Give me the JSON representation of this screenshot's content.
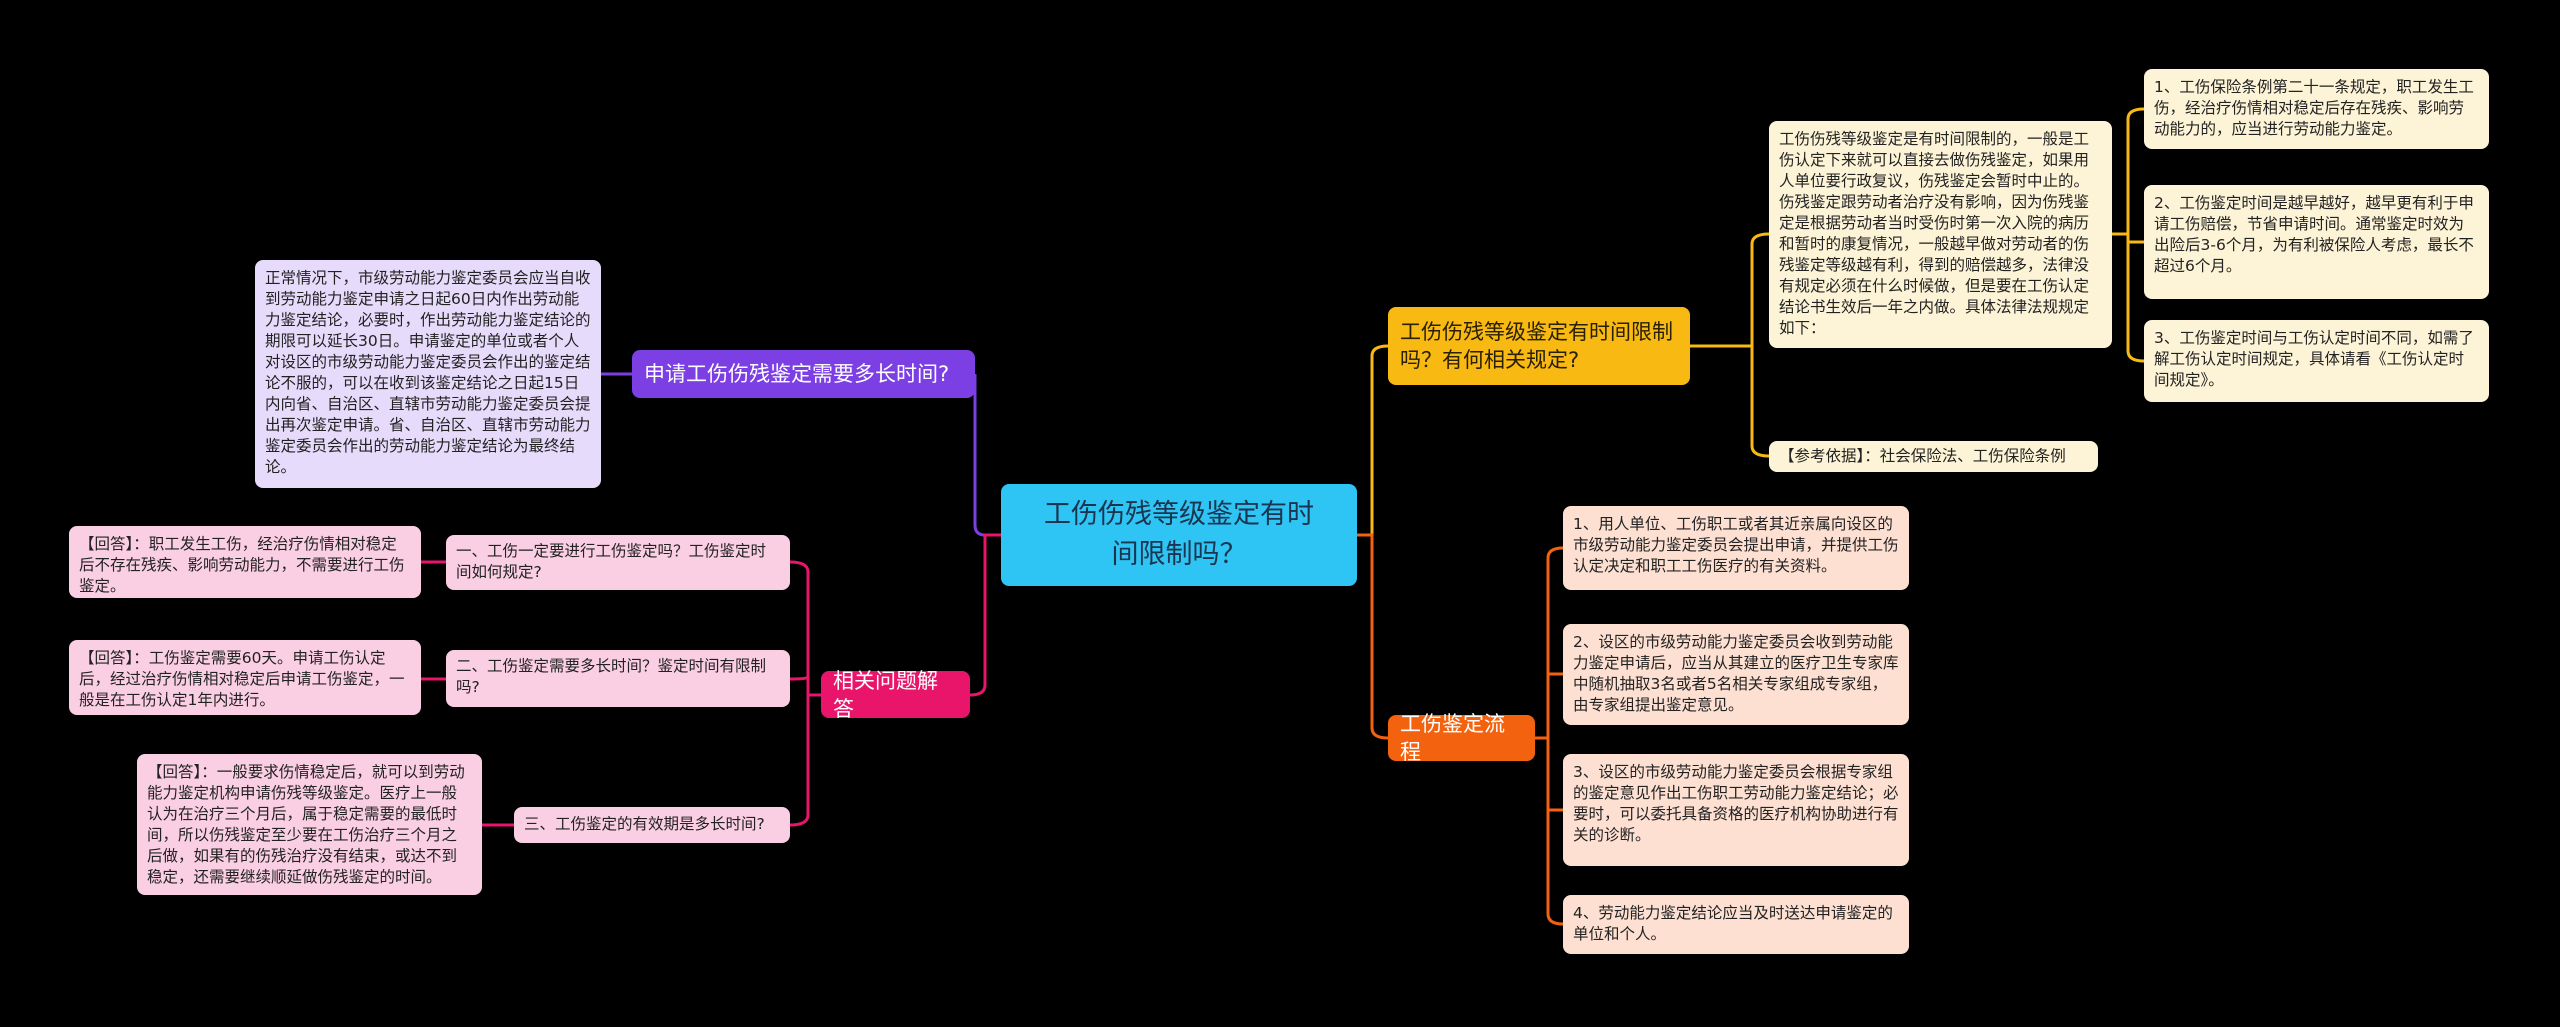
{
  "center": {
    "title": "工伤伤残等级鉴定有时间限制吗？"
  },
  "left": [
    {
      "label": "申请工伤伤残鉴定需要多长时间?",
      "details": [
        "正常情况下，市级劳动能力鉴定委员会应当自收到劳动能力鉴定申请之日起60日内作出劳动能力鉴定结论，必要时，作出劳动能力鉴定结论的期限可以延长30日。申请鉴定的单位或者个人对设区的市级劳动能力鉴定委员会作出的鉴定结论不服的，可以在收到该鉴定结论之日起15日内向省、自治区、直辖市劳动能力鉴定委员会提出再次鉴定申请。省、自治区、直辖市劳动能力鉴定委员会作出的劳动能力鉴定结论为最终结论。"
      ]
    },
    {
      "label": "相关问题解答",
      "questions": [
        {
          "q": "一、工伤一定要进行工伤鉴定吗？工伤鉴定时间如何规定?",
          "a": "【回答】：职工发生工伤，经治疗伤情相对稳定后不存在残疾、影响劳动能力，不需要进行工伤鉴定。"
        },
        {
          "q": "二、工伤鉴定需要多长时间？鉴定时间有限制吗?",
          "a": "【回答】：工伤鉴定需要60天。申请工伤认定后，经过治疗伤情相对稳定后申请工伤鉴定，一般是在工伤认定1年内进行。"
        },
        {
          "q": "三、工伤鉴定的有效期是多长时间?",
          "a": "【回答】：一般要求伤情稳定后，就可以到劳动能力鉴定机构申请伤残等级鉴定。医疗上一般认为在治疗三个月后，属于稳定需要的最低时间，所以伤残鉴定至少要在工伤治疗三个月之后做，如果有的伤残治疗没有结束，或达不到稳定，还需要继续顺延做伤残鉴定的时间。"
        }
      ]
    }
  ],
  "right": [
    {
      "label": "工伤伤残等级鉴定有时间限制吗？有何相关规定?",
      "detail": "工伤伤残等级鉴定是有时间限制的，一般是工伤认定下来就可以直接去做伤残鉴定，如果用人单位要行政复议，伤残鉴定会暂时中止的。伤残鉴定跟劳动者治疗没有影响，因为伤残鉴定是根据劳动者当时受伤时第一次入院的病历和暂时的康复情况，一般越早做对劳动者的伤残鉴定等级越有利，得到的赔偿越多，法律没有规定必须在什么时候做，但是要在工伤认定结论书生效后一年之内做。具体法律法规规定如下：",
      "rules": [
        "1、工伤保险条例第二十一条规定，职工发生工伤，经治疗伤情相对稳定后存在残疾、影响劳动能力的，应当进行劳动能力鉴定。",
        "2、工伤鉴定时间是越早越好，越早更有利于申请工伤赔偿，节省申请时间。通常鉴定时效为出险后3-6个月，为有利被保险人考虑，最长不超过6个月。",
        "3、工伤鉴定时间与工伤认定时间不同，如需了解工伤认定时间规定，具体请看《工伤认定时间规定》。"
      ],
      "reference": "【参考依据】：社会保险法、工伤保险条例"
    },
    {
      "label": "工伤鉴定流程",
      "steps": [
        "1、用人单位、工伤职工或者其近亲属向设区的市级劳动能力鉴定委员会提出申请，并提供工伤认定决定和职工工伤医疗的有关资料。",
        "2、设区的市级劳动能力鉴定委员会收到劳动能力鉴定申请后，应当从其建立的医疗卫生专家库中随机抽取3名或者5名相关专家组成专家组，由专家组提出鉴定意见。",
        "3、设区的市级劳动能力鉴定委员会根据专家组的鉴定意见作出工伤职工劳动能力鉴定结论；必要时，可以委托具备资格的医疗机构协助进行有关的诊断。",
        "4、劳动能力鉴定结论应当及时送达申请鉴定的单位和个人。"
      ]
    }
  ],
  "colors": {
    "center": "#2ec4f3",
    "purple": "#7b3fe4",
    "pink": "#e8156b",
    "yellow": "#f8b912",
    "orange": "#f3620f"
  }
}
